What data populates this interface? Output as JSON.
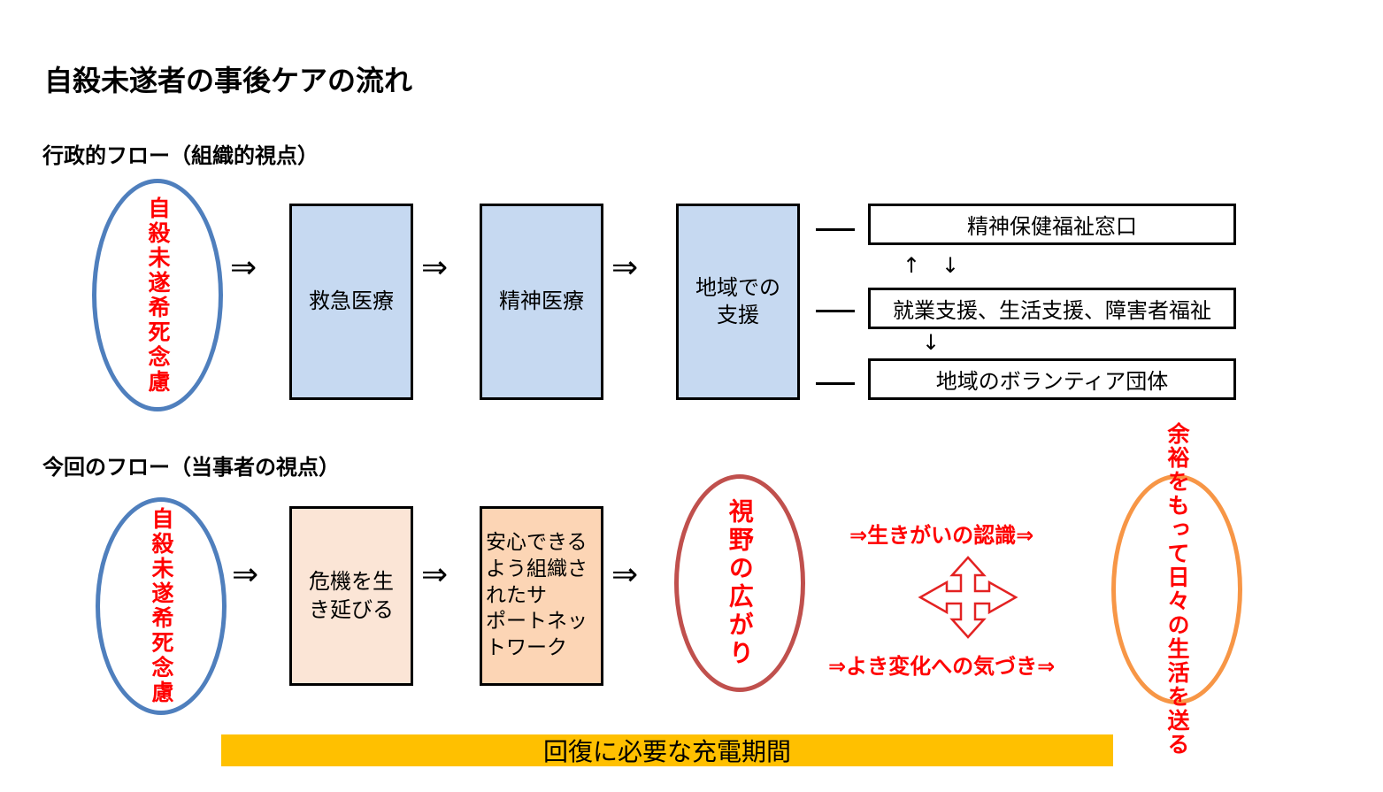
{
  "title": "自殺未遂者の事後ケアの流れ",
  "section1": {
    "heading": "行政的フロー（組織的視点）",
    "start_oval": "自殺未遂希死念慮",
    "arrow": "⇒",
    "steps": [
      "救急医療",
      "精神医療",
      "地域での\n支援"
    ],
    "dash": "—",
    "resources": [
      "精神保健福祉窓口",
      "就業支援、生活支援、障害者福祉",
      "地域のボランティア団体"
    ],
    "up_arrow": "↑",
    "down_arrow": "↓"
  },
  "section2": {
    "heading": "今回のフロー（当事者の視点）",
    "start_oval": "自殺未遂希死念慮",
    "arrow": "⇒",
    "steps": [
      "危機を生\nき延びる",
      "安心できる\nよう組織さ\nれたサ\nポートネッ\nトワーク"
    ],
    "vision_oval": "視野の広がり",
    "text_top": "⇒生きがいの認識⇒",
    "text_bottom": "⇒よき変化への気づき⇒",
    "final_oval": "余裕をもって日々の生活を送る"
  },
  "footer": "回復に必要な充電期間",
  "colors": {
    "oval_blue": "#4f7fbd",
    "oval_red": "#c0504d",
    "oval_orange": "#f79646",
    "box_blue": "#c6d9f1",
    "box_pale": "#fbe5d6",
    "box_peach": "#fcd5b5",
    "emphasis_red": "#ff0000",
    "band_gold": "#ffc000"
  },
  "icons": {
    "four_way_arrow": "four-way-arrow-icon"
  }
}
